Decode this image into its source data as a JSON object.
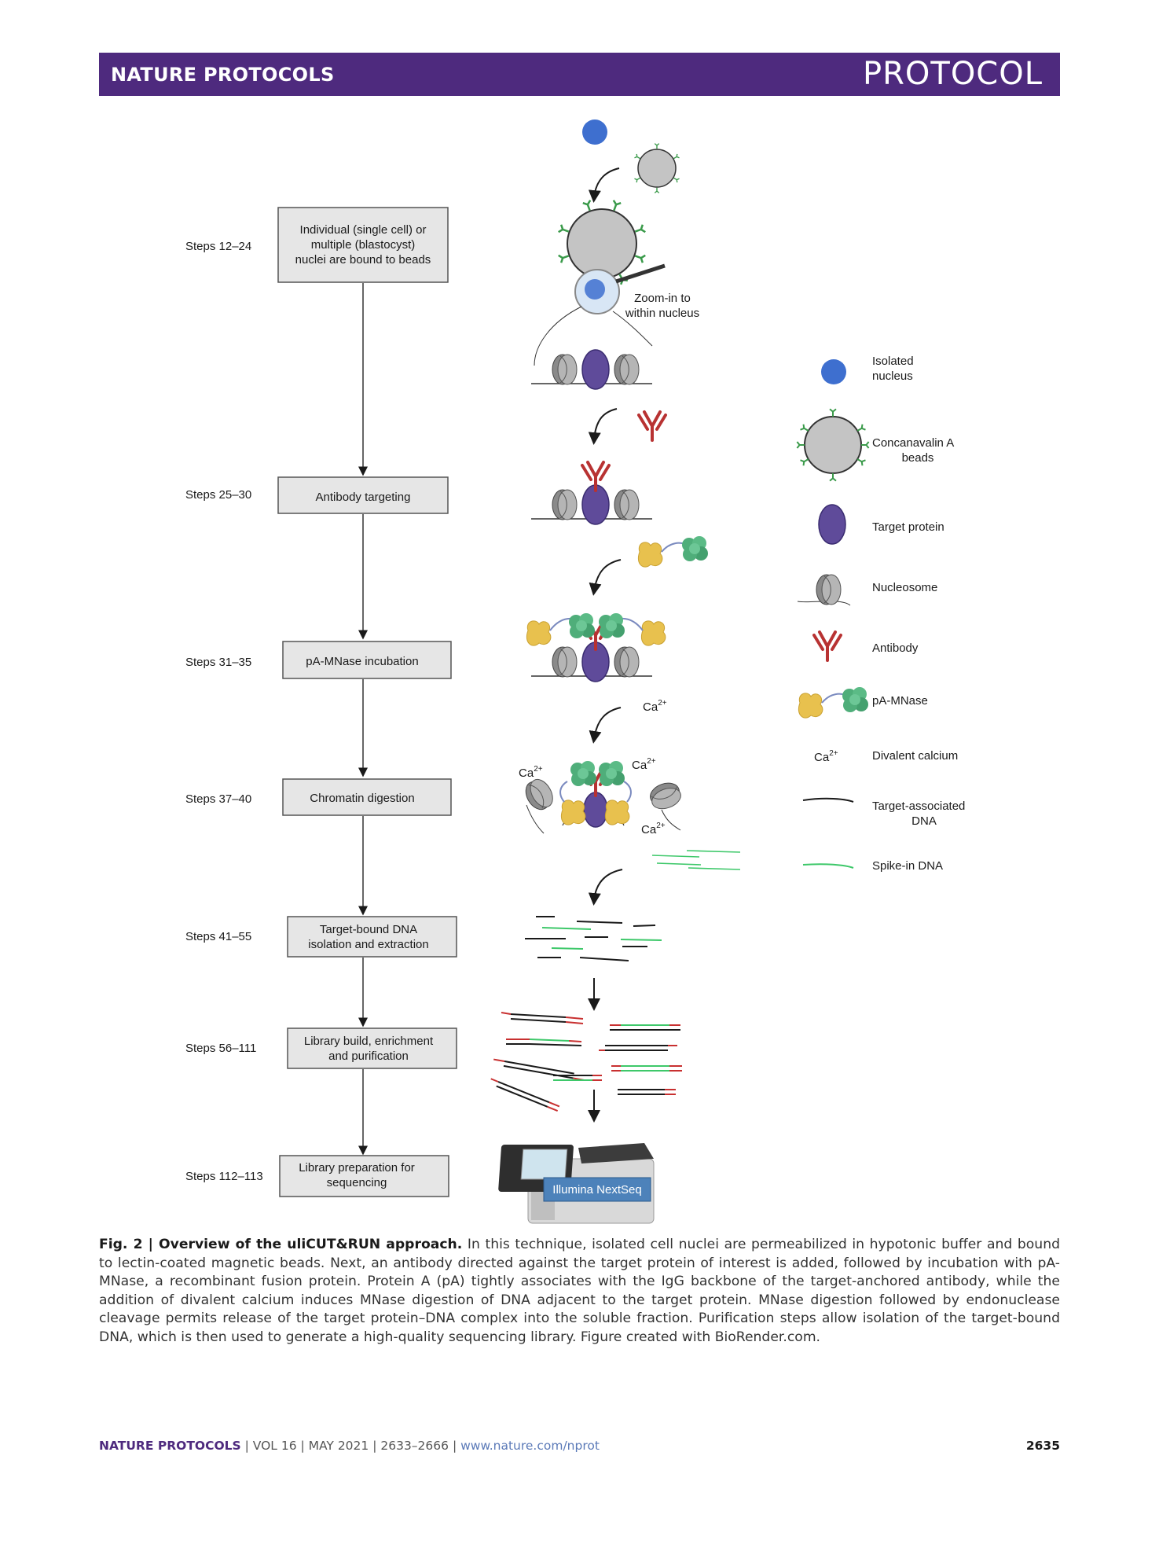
{
  "header": {
    "journal": "NATURE PROTOCOLS",
    "article_type": "PROTOCOL"
  },
  "flow_steps": [
    {
      "steps": "Steps 12–24",
      "line1": "Individual (single cell) or",
      "line2": "multiple (blastocyst)",
      "line3": "nuclei are bound to beads"
    },
    {
      "steps": "Steps 25–30",
      "line1": "Antibody targeting"
    },
    {
      "steps": "Steps 31–35",
      "line1": "pA-MNase incubation"
    },
    {
      "steps": "Steps 37–40",
      "line1": "Chromatin digestion"
    },
    {
      "steps": "Steps 41–55",
      "line1": "Target-bound DNA",
      "line2": "isolation and extraction"
    },
    {
      "steps": "Steps 56–111",
      "line1": "Library build, enrichment",
      "line2": "and purification"
    },
    {
      "steps": "Steps 112–113",
      "line1": "Library preparation for",
      "line2": "sequencing"
    }
  ],
  "illustration": {
    "zoom_label_1": "Zoom-in to",
    "zoom_label_2": "within nucleus",
    "calcium": "Ca",
    "calcium_charge": "2+",
    "sequencer": "Illumina NextSeq"
  },
  "legend": [
    {
      "line1": "Isolated",
      "line2": "nucleus",
      "icon": "nucleus-icon"
    },
    {
      "line1": "Concanavalin A",
      "line2": "beads",
      "icon": "bead-icon"
    },
    {
      "line1": "Target protein",
      "icon": "target-protein-icon"
    },
    {
      "line1": "Nucleosome",
      "icon": "nucleosome-icon"
    },
    {
      "line1": "Antibody",
      "icon": "antibody-icon"
    },
    {
      "line1": "pA-MNase",
      "icon": "pa-mnase-icon"
    },
    {
      "line1": "Divalent calcium",
      "icon": "calcium-icon"
    },
    {
      "line1": "Target-associated",
      "line2": "DNA",
      "icon": "dna-line-icon"
    },
    {
      "line1": "Spike-in DNA",
      "icon": "spike-in-line-icon"
    }
  ],
  "caption": {
    "title": "Fig. 2 | Overview of the uliCUT&RUN approach.",
    "body": "In this technique, isolated cell nuclei are permeabilized in hypotonic buffer and bound to lectin-coated magnetic beads. Next, an antibody directed against the target protein of interest is added, followed by incubation with pA-MNase, a recombinant fusion protein. Protein A (pA) tightly associates with the IgG backbone of the target-anchored antibody, while the addition of divalent calcium induces MNase digestion of DNA adjacent to the target protein. MNase digestion followed by endonuclease cleavage permits release of the target protein–DNA complex into the soluble fraction. Purification steps allow isolation of the target-bound DNA, which is then used to generate a high-quality sequencing library. Figure created with BioRender.com."
  },
  "footer": {
    "journal": "NATURE PROTOCOLS",
    "volume": "VOL 16",
    "date": "MAY 2021",
    "pages": "2633–2666",
    "url": "www.nature.com/nprot",
    "page_number": "2635"
  },
  "colors": {
    "header": "#4e2a7e",
    "nucleus": "#3e6fcf",
    "protein": "#5f4b9a",
    "antibody": "#b83232",
    "pa": "#e8c14e",
    "mnase": "#4fae7a",
    "spike": "#3ec86a",
    "bead_spike": "#3a9a4a"
  }
}
